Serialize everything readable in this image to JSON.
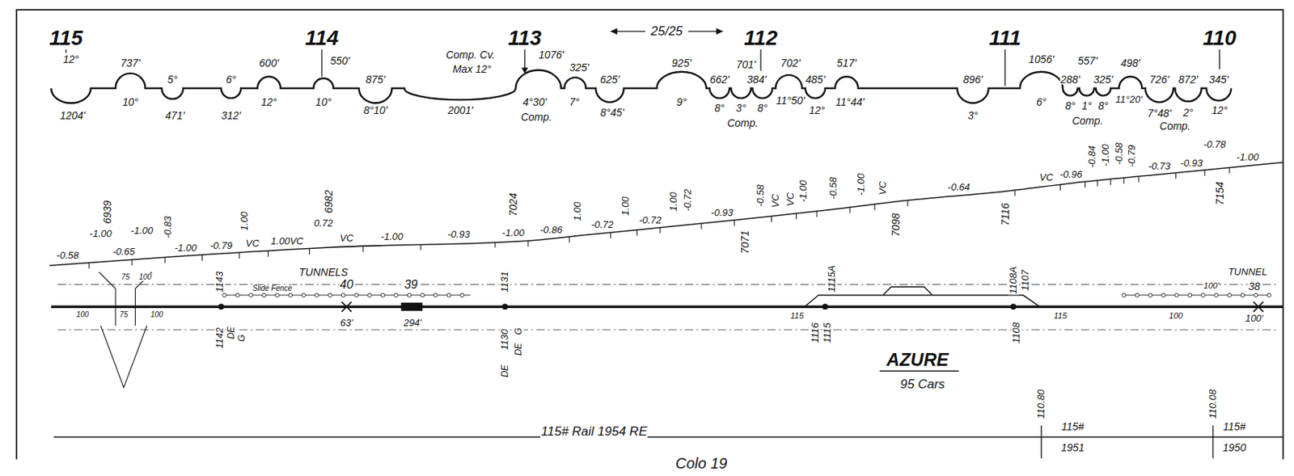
{
  "diagram": {
    "caption": "Colo 19",
    "labels": [
      "115",
      "114",
      "113",
      "112",
      "111",
      "110",
      "25/25",
      "12°",
      "1204'",
      "737'",
      "10°",
      "5°",
      "471'",
      "6°",
      "312'",
      "600'",
      "12°",
      "550'",
      "10°",
      "875'",
      "8°10'",
      "Comp. Cv.",
      "Max 12°",
      "2001'",
      "1076'",
      "325'",
      "4°30'",
      "7°",
      "Comp.",
      "625'",
      "8°45'",
      "925'",
      "9°",
      "662'",
      "701'",
      "384'",
      "8°",
      "3°",
      "8°",
      "Comp.",
      "702'",
      "11°50'",
      "485'",
      "12°",
      "517'",
      "11°44'",
      "896'",
      "3°",
      "1056'",
      "6°",
      "557'",
      "288'",
      "325'",
      "498'",
      "8°",
      "1°",
      "8°",
      "11°20'",
      "Comp.",
      "726'",
      "872'",
      "345'",
      "7°48'",
      "2°",
      "12°",
      "Comp.",
      "6939",
      "6982",
      "7024",
      "7071",
      "7098",
      "7116",
      "7154",
      "-0.58",
      "-1.00",
      "-0.65",
      "-1.00",
      "-0.83",
      "-1.00",
      "-0.79",
      "1.00",
      "VC",
      "1.00VC",
      "0.72",
      "VC",
      "-1.00",
      "-0.93",
      "-1.00",
      "-0.86",
      "1.00",
      "-0.72",
      "1.00",
      "-0.72",
      "1.00",
      "-0.72",
      "-0.93",
      "-0.58",
      "VC",
      "VC",
      "-1.00",
      "-0.58",
      "-1.00",
      "VC",
      "-0.64",
      "VC",
      "-0.96",
      "-0.84",
      "-1.00",
      "-0.58",
      "-0.79",
      "-0.73",
      "-0.93",
      "-0.78",
      "-1.00",
      "TUNNELS",
      "Slide Fence",
      "40",
      "39",
      "63'",
      "294'",
      "75",
      "100",
      "100",
      "75",
      "100",
      "1143",
      "1142",
      "DE",
      "G",
      "1131",
      "DE",
      "1130",
      "G",
      "DE",
      "115",
      "1115A",
      "1116",
      "1115",
      "1108A",
      "1107",
      "1108",
      "115",
      "TUNNEL",
      "38",
      "100'",
      "100",
      "100'",
      "AZURE",
      "95 Cars",
      "110.80",
      "110.08",
      "115# Rail 1954 RE",
      "115#",
      "1951",
      "115#",
      "1950"
    ]
  }
}
